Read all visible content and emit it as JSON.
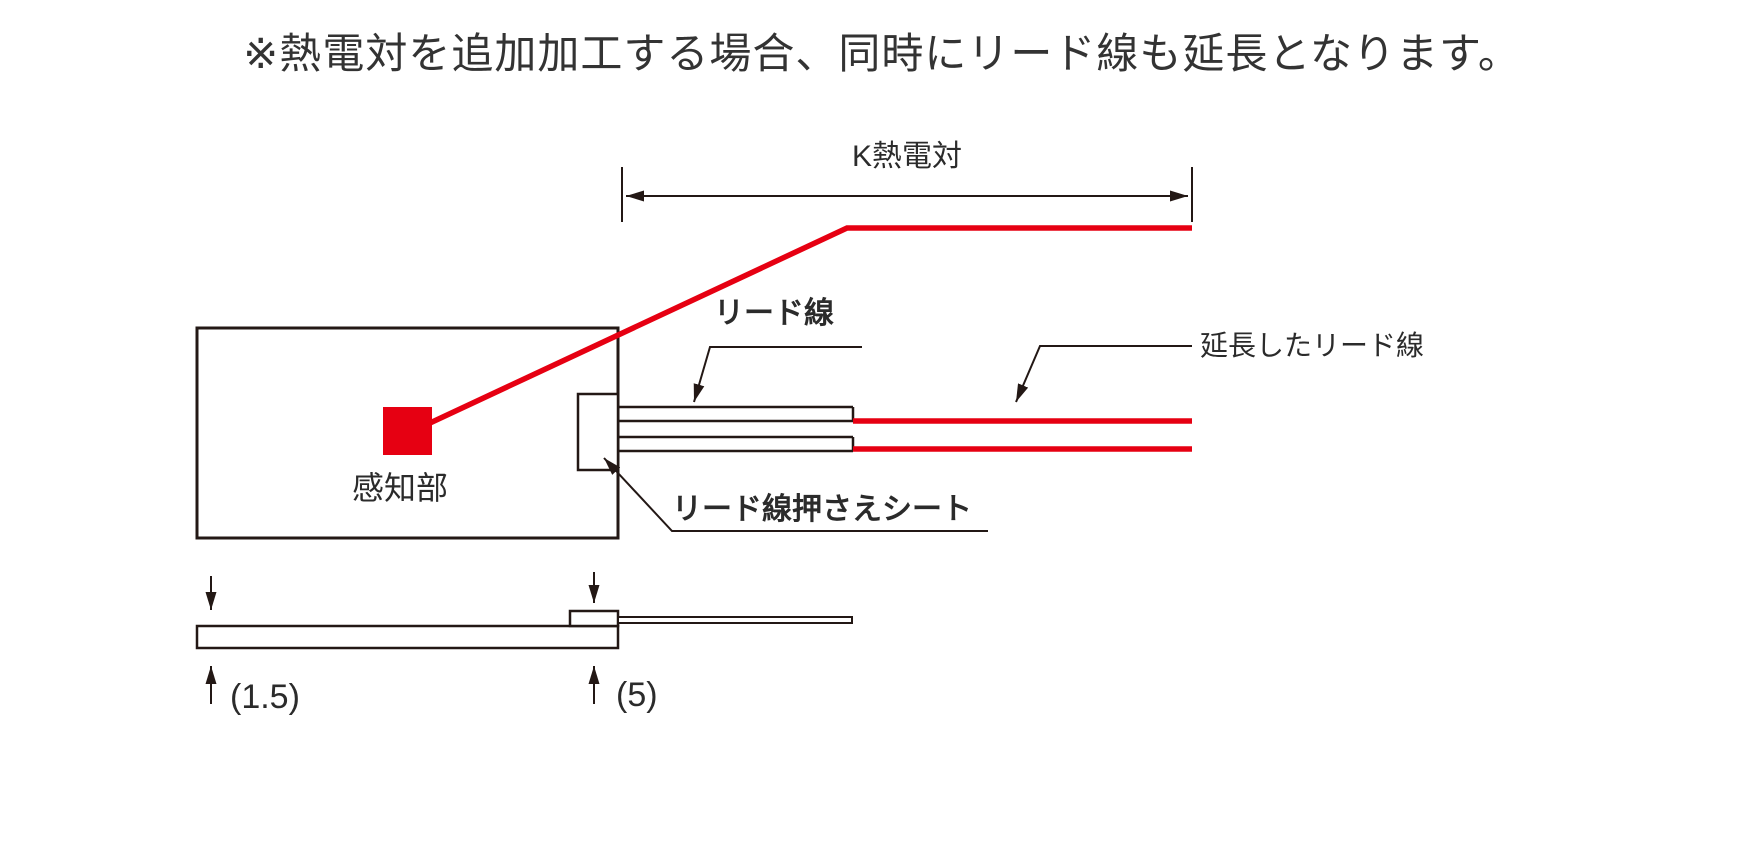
{
  "note": "※熱電対を追加加工する場合、同時にリード線も延長となります。",
  "labels": {
    "thermocouple": "K熱電対",
    "sensor": "感知部",
    "lead_wire": "リード線",
    "extended_lead_wire": "延長したリード線",
    "press_sheet": "リード線押さえシート",
    "thickness_body": "(1.5)",
    "thickness_sheet": "(5)"
  },
  "colors": {
    "wire_red": "#e60012",
    "line_black": "#231815"
  }
}
